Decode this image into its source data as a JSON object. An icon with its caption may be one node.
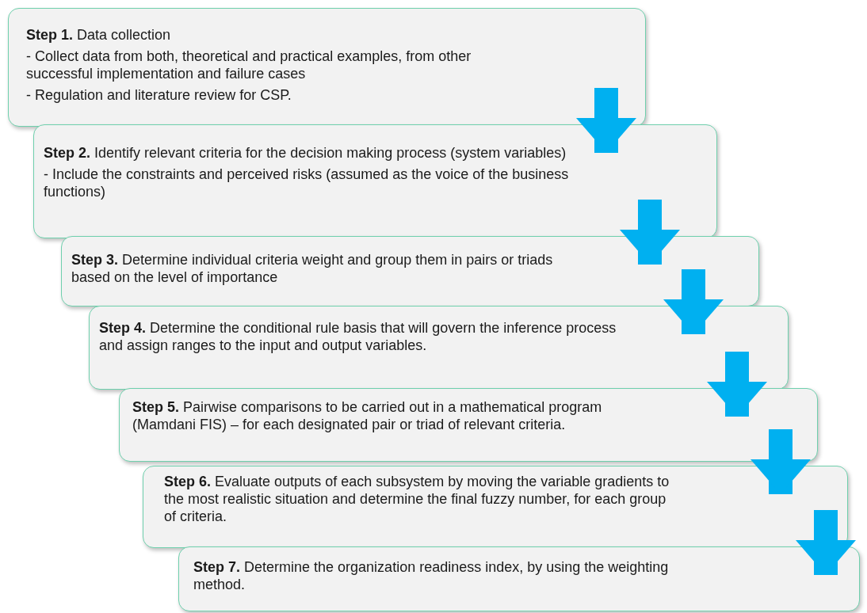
{
  "diagram": {
    "nodes": [
      {
        "text": [
          "**Step 1.** Data collection",
          "- Collect data from both, theoretical and practical examples, from other successful implementation and failure cases",
          "- Regulation and literature review for CSP."
        ]
      },
      {
        "text": [
          "**Step 2.** Identify relevant criteria for the decision making process (system variables)",
          "- Include the constraints and perceived risks (assumed as the voice of the business functions)"
        ]
      },
      {
        "text": [
          "**Step 3.** Determine individual criteria weight and group them in pairs or triads based on the level of importance"
        ]
      },
      {
        "text": [
          "**Step 4.** Determine the conditional rule basis that will govern the inference process and assign ranges to the input and output variables."
        ]
      },
      {
        "text": [
          "**Step 5.** Pairwise comparisons to be carried out in a mathematical program (Mamdani FIS) – for each designated pair or triad of relevant criteria."
        ]
      },
      {
        "text": [
          "**Step 6.** Evaluate outputs of each subsystem by moving the variable gradients to the most realistic situation and determine the final fuzzy number, for each group of criteria."
        ]
      },
      {
        "text": [
          "**Step 7.** Determine the organization readiness index, by using the weighting method."
        ]
      }
    ],
    "edges": [
      {
        "from": 0,
        "to": 1,
        "arrow": "to"
      },
      {
        "from": 1,
        "to": 2,
        "arrow": "to"
      },
      {
        "from": 2,
        "to": 3,
        "arrow": "to"
      },
      {
        "from": 3,
        "to": 4,
        "arrow": "to"
      },
      {
        "from": 4,
        "to": 5,
        "arrow": "to"
      },
      {
        "from": 5,
        "to": 6,
        "arrow": "to"
      }
    ]
  }
}
